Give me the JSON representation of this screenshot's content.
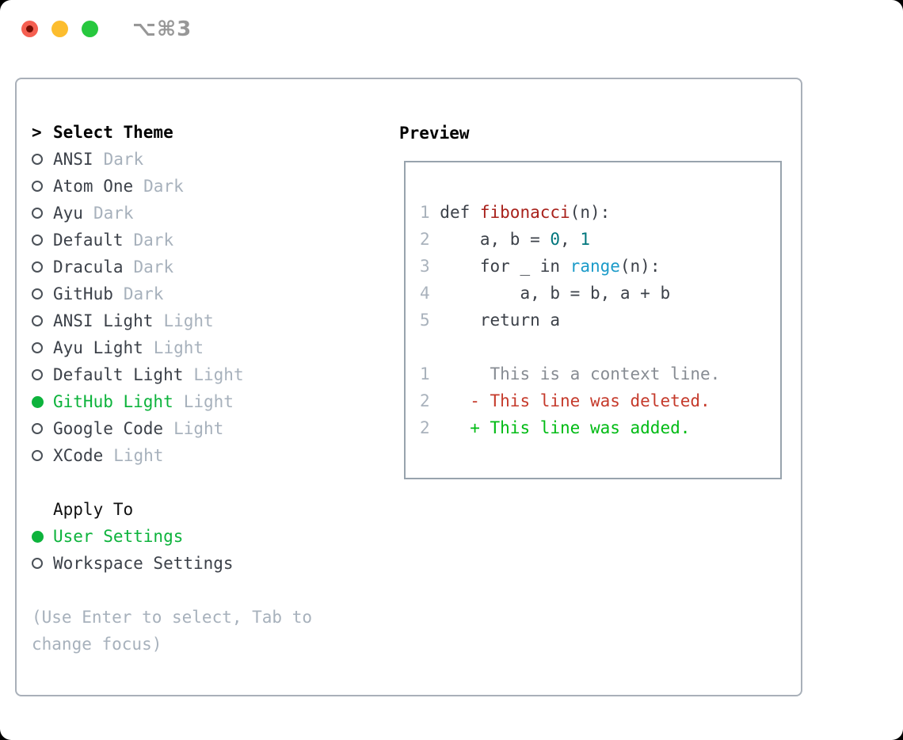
{
  "window": {
    "title": "⌥⌘3",
    "traffic_lights": {
      "close": "close-button",
      "minimize": "minimize-button",
      "zoom": "zoom-button"
    }
  },
  "colors": {
    "tl_red": "#f55f51",
    "tl_red_dot": "#750d03",
    "tl_yellow": "#fcbd2e",
    "tl_green": "#27c83e",
    "title_gray": "#979797",
    "panel_border": "#a9b0b9",
    "preview_border": "#98a3ad",
    "fg_dark": "#3c4149",
    "muted": "#a7b1bc",
    "accent_green": "#0db33c",
    "radio_ring": "#4b5158"
  },
  "theme_panel": {
    "header": {
      "prompt": ">",
      "label": "Select Theme"
    },
    "themes": [
      {
        "name": "ANSI",
        "variant": "Dark",
        "selected": false
      },
      {
        "name": "Atom One",
        "variant": "Dark",
        "selected": false
      },
      {
        "name": "Ayu",
        "variant": "Dark",
        "selected": false
      },
      {
        "name": "Default",
        "variant": "Dark",
        "selected": false
      },
      {
        "name": "Dracula",
        "variant": "Dark",
        "selected": false
      },
      {
        "name": "GitHub",
        "variant": "Dark",
        "selected": false
      },
      {
        "name": "ANSI Light",
        "variant": "Light",
        "selected": false
      },
      {
        "name": "Ayu Light",
        "variant": "Light",
        "selected": false
      },
      {
        "name": "Default Light",
        "variant": "Light",
        "selected": false
      },
      {
        "name": "GitHub Light",
        "variant": "Light",
        "selected": true
      },
      {
        "name": "Google Code",
        "variant": "Light",
        "selected": false
      },
      {
        "name": "XCode",
        "variant": "Light",
        "selected": false
      }
    ],
    "apply_to": {
      "label": "Apply To",
      "options": [
        {
          "label": "User Settings",
          "selected": true
        },
        {
          "label": "Workspace Settings",
          "selected": false
        }
      ]
    },
    "hint": "(Use Enter to select, Tab to change focus)"
  },
  "preview": {
    "label": "Preview",
    "palette": {
      "ln": "#a9b2bc",
      "fg": "#3c4149",
      "func": "#a8211b",
      "num": "#00767d",
      "call": "#1b9bc9",
      "ctx": "#878c93",
      "del": "#c53a2b",
      "add": "#00bb14"
    },
    "lines": [
      [
        [
          "1 ",
          "ln"
        ],
        [
          "def ",
          "fg"
        ],
        [
          "fibonacci",
          "func"
        ],
        [
          "(n):",
          "fg"
        ]
      ],
      [
        [
          "2",
          "ln"
        ],
        [
          "     a, b = ",
          "fg"
        ],
        [
          "0",
          "num"
        ],
        [
          ", ",
          "fg"
        ],
        [
          "1",
          "num"
        ]
      ],
      [
        [
          "3",
          "ln"
        ],
        [
          "     for _ in ",
          "fg"
        ],
        [
          "range",
          "call"
        ],
        [
          "(n):",
          "fg"
        ]
      ],
      [
        [
          "4",
          "ln"
        ],
        [
          "         a, b = b, a + b",
          "fg"
        ]
      ],
      [
        [
          "5",
          "ln"
        ],
        [
          "     return a",
          "fg"
        ]
      ],
      [],
      [
        [
          "1",
          "ln"
        ],
        [
          "      ",
          "fg"
        ],
        [
          "This is a context line.",
          "ctx"
        ]
      ],
      [
        [
          "2",
          "ln"
        ],
        [
          "    ",
          "fg"
        ],
        [
          "- This line was deleted.",
          "del"
        ]
      ],
      [
        [
          "2",
          "ln"
        ],
        [
          "    ",
          "fg"
        ],
        [
          "+ This line was added.",
          "add"
        ]
      ]
    ]
  }
}
